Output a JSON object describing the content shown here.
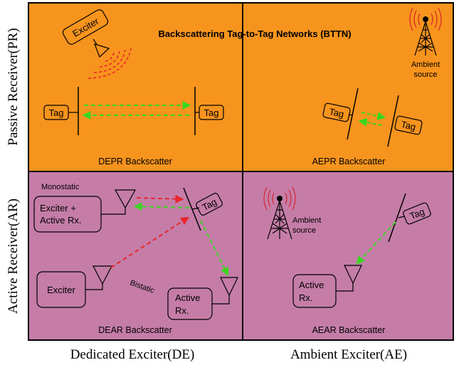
{
  "title": "Backscattering Tag-to-Tag Networks (BTTN)",
  "axis_labels": {
    "row_passive": "Passive Receiver(PR)",
    "row_active": "Active Receiver(AR)",
    "col_dedicated": "Dedicated Exciter(DE)",
    "col_ambient": "Ambient Exciter(AE)"
  },
  "quadrants": {
    "depr": {
      "caption": "DEPR Backscatter",
      "exciter_label": "Exciter",
      "tag_left": "Tag",
      "tag_right": "Tag"
    },
    "aepr": {
      "caption": "AEPR Backscatter",
      "ambient_label_line1": "Ambient",
      "ambient_label_line2": "source",
      "tag_left": "Tag",
      "tag_right": "Tag"
    },
    "dear": {
      "caption": "DEAR Backscatter",
      "monostatic_label": "Monostatic",
      "bistatic_label": "Bistatic",
      "exciter_rx_line1": "Exciter +",
      "exciter_rx_line2": "Active Rx.",
      "exciter_label": "Exciter",
      "active_rx_line1": "Active",
      "active_rx_line2": "Rx.",
      "tag": "Tag"
    },
    "aear": {
      "caption": "AEAR Backscatter",
      "ambient_label_line1": "Ambient",
      "ambient_label_line2": "source",
      "active_rx_line1": "Active",
      "active_rx_line2": "Rx.",
      "tag": "Tag"
    }
  },
  "colors": {
    "passive_bg": "#f7941d",
    "active_bg": "#c57da8",
    "red_arrow": "#e8262b",
    "green_arrow": "#39d71f",
    "tower_wave": "#d9232a"
  }
}
